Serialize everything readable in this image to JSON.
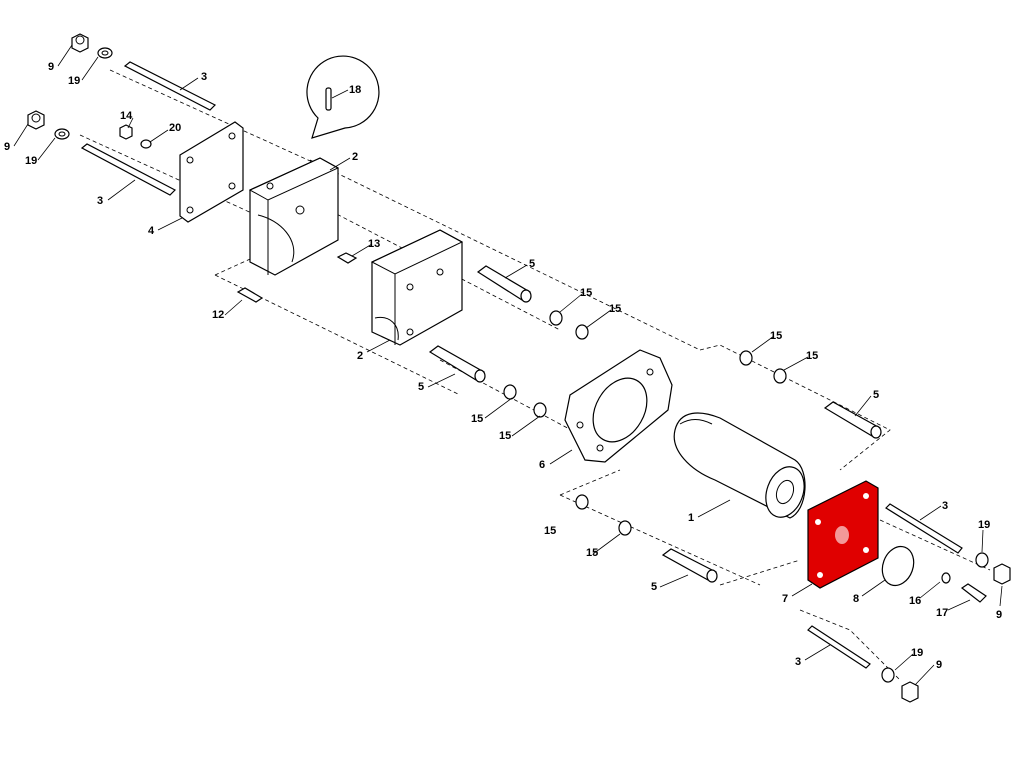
{
  "diagram": {
    "title": "Exploded parts view",
    "highlight_color": "#e00000",
    "highlighted_part": "7",
    "callouts": [
      {
        "part": "9"
      },
      {
        "part": "19"
      },
      {
        "part": "3"
      },
      {
        "part": "9"
      },
      {
        "part": "19"
      },
      {
        "part": "14"
      },
      {
        "part": "20"
      },
      {
        "part": "3"
      },
      {
        "part": "4"
      },
      {
        "part": "18"
      },
      {
        "part": "2"
      },
      {
        "part": "13"
      },
      {
        "part": "12"
      },
      {
        "part": "2"
      },
      {
        "part": "5"
      },
      {
        "part": "15"
      },
      {
        "part": "15"
      },
      {
        "part": "5"
      },
      {
        "part": "15"
      },
      {
        "part": "15"
      },
      {
        "part": "6"
      },
      {
        "part": "15"
      },
      {
        "part": "15"
      },
      {
        "part": "5"
      },
      {
        "part": "1"
      },
      {
        "part": "3"
      },
      {
        "part": "19"
      },
      {
        "part": "9"
      },
      {
        "part": "15"
      },
      {
        "part": "15"
      },
      {
        "part": "5"
      },
      {
        "part": "7"
      },
      {
        "part": "8"
      },
      {
        "part": "16"
      },
      {
        "part": "17"
      },
      {
        "part": "3"
      },
      {
        "part": "19"
      },
      {
        "part": "9"
      }
    ]
  }
}
